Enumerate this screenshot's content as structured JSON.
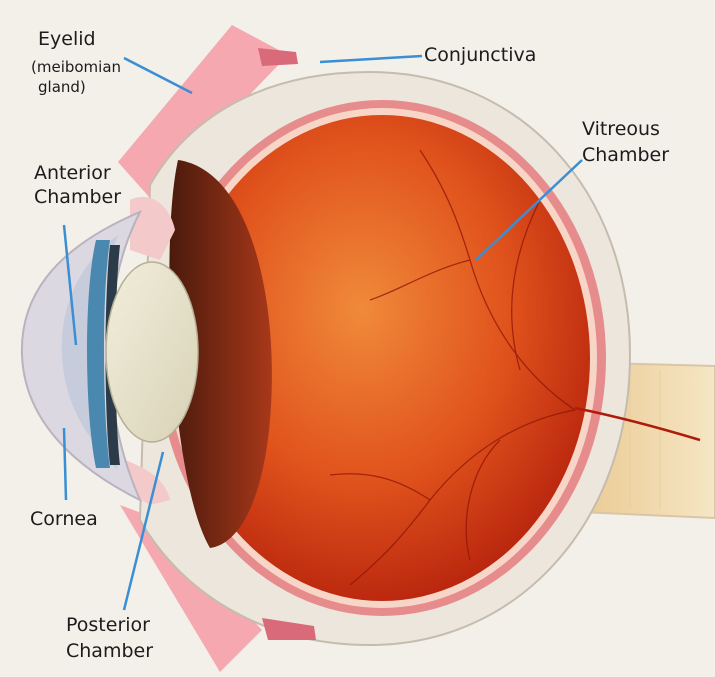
{
  "labels": {
    "eyelid": "Eyelid",
    "eyelid_sub_1": "(meibomian",
    "eyelid_sub_2": "gland)",
    "conjunctiva": "Conjunctiva",
    "anterior_1": "Anterior",
    "anterior_2": "Chamber",
    "vitreous_1": "Vitreous",
    "vitreous_2": "Chamber",
    "cornea": "Cornea",
    "posterior_1": "Posterior",
    "posterior_2": "Chamber"
  },
  "colors": {
    "leader_line": "#3a8fd4",
    "vitreous": "#d83a12",
    "sclera": "#ede6dc",
    "eyelid_wedge": "#f4a3ad",
    "lens": "#e9e4cf",
    "iris": "#4b88b0",
    "optic_nerve": "#f1d9a9"
  }
}
